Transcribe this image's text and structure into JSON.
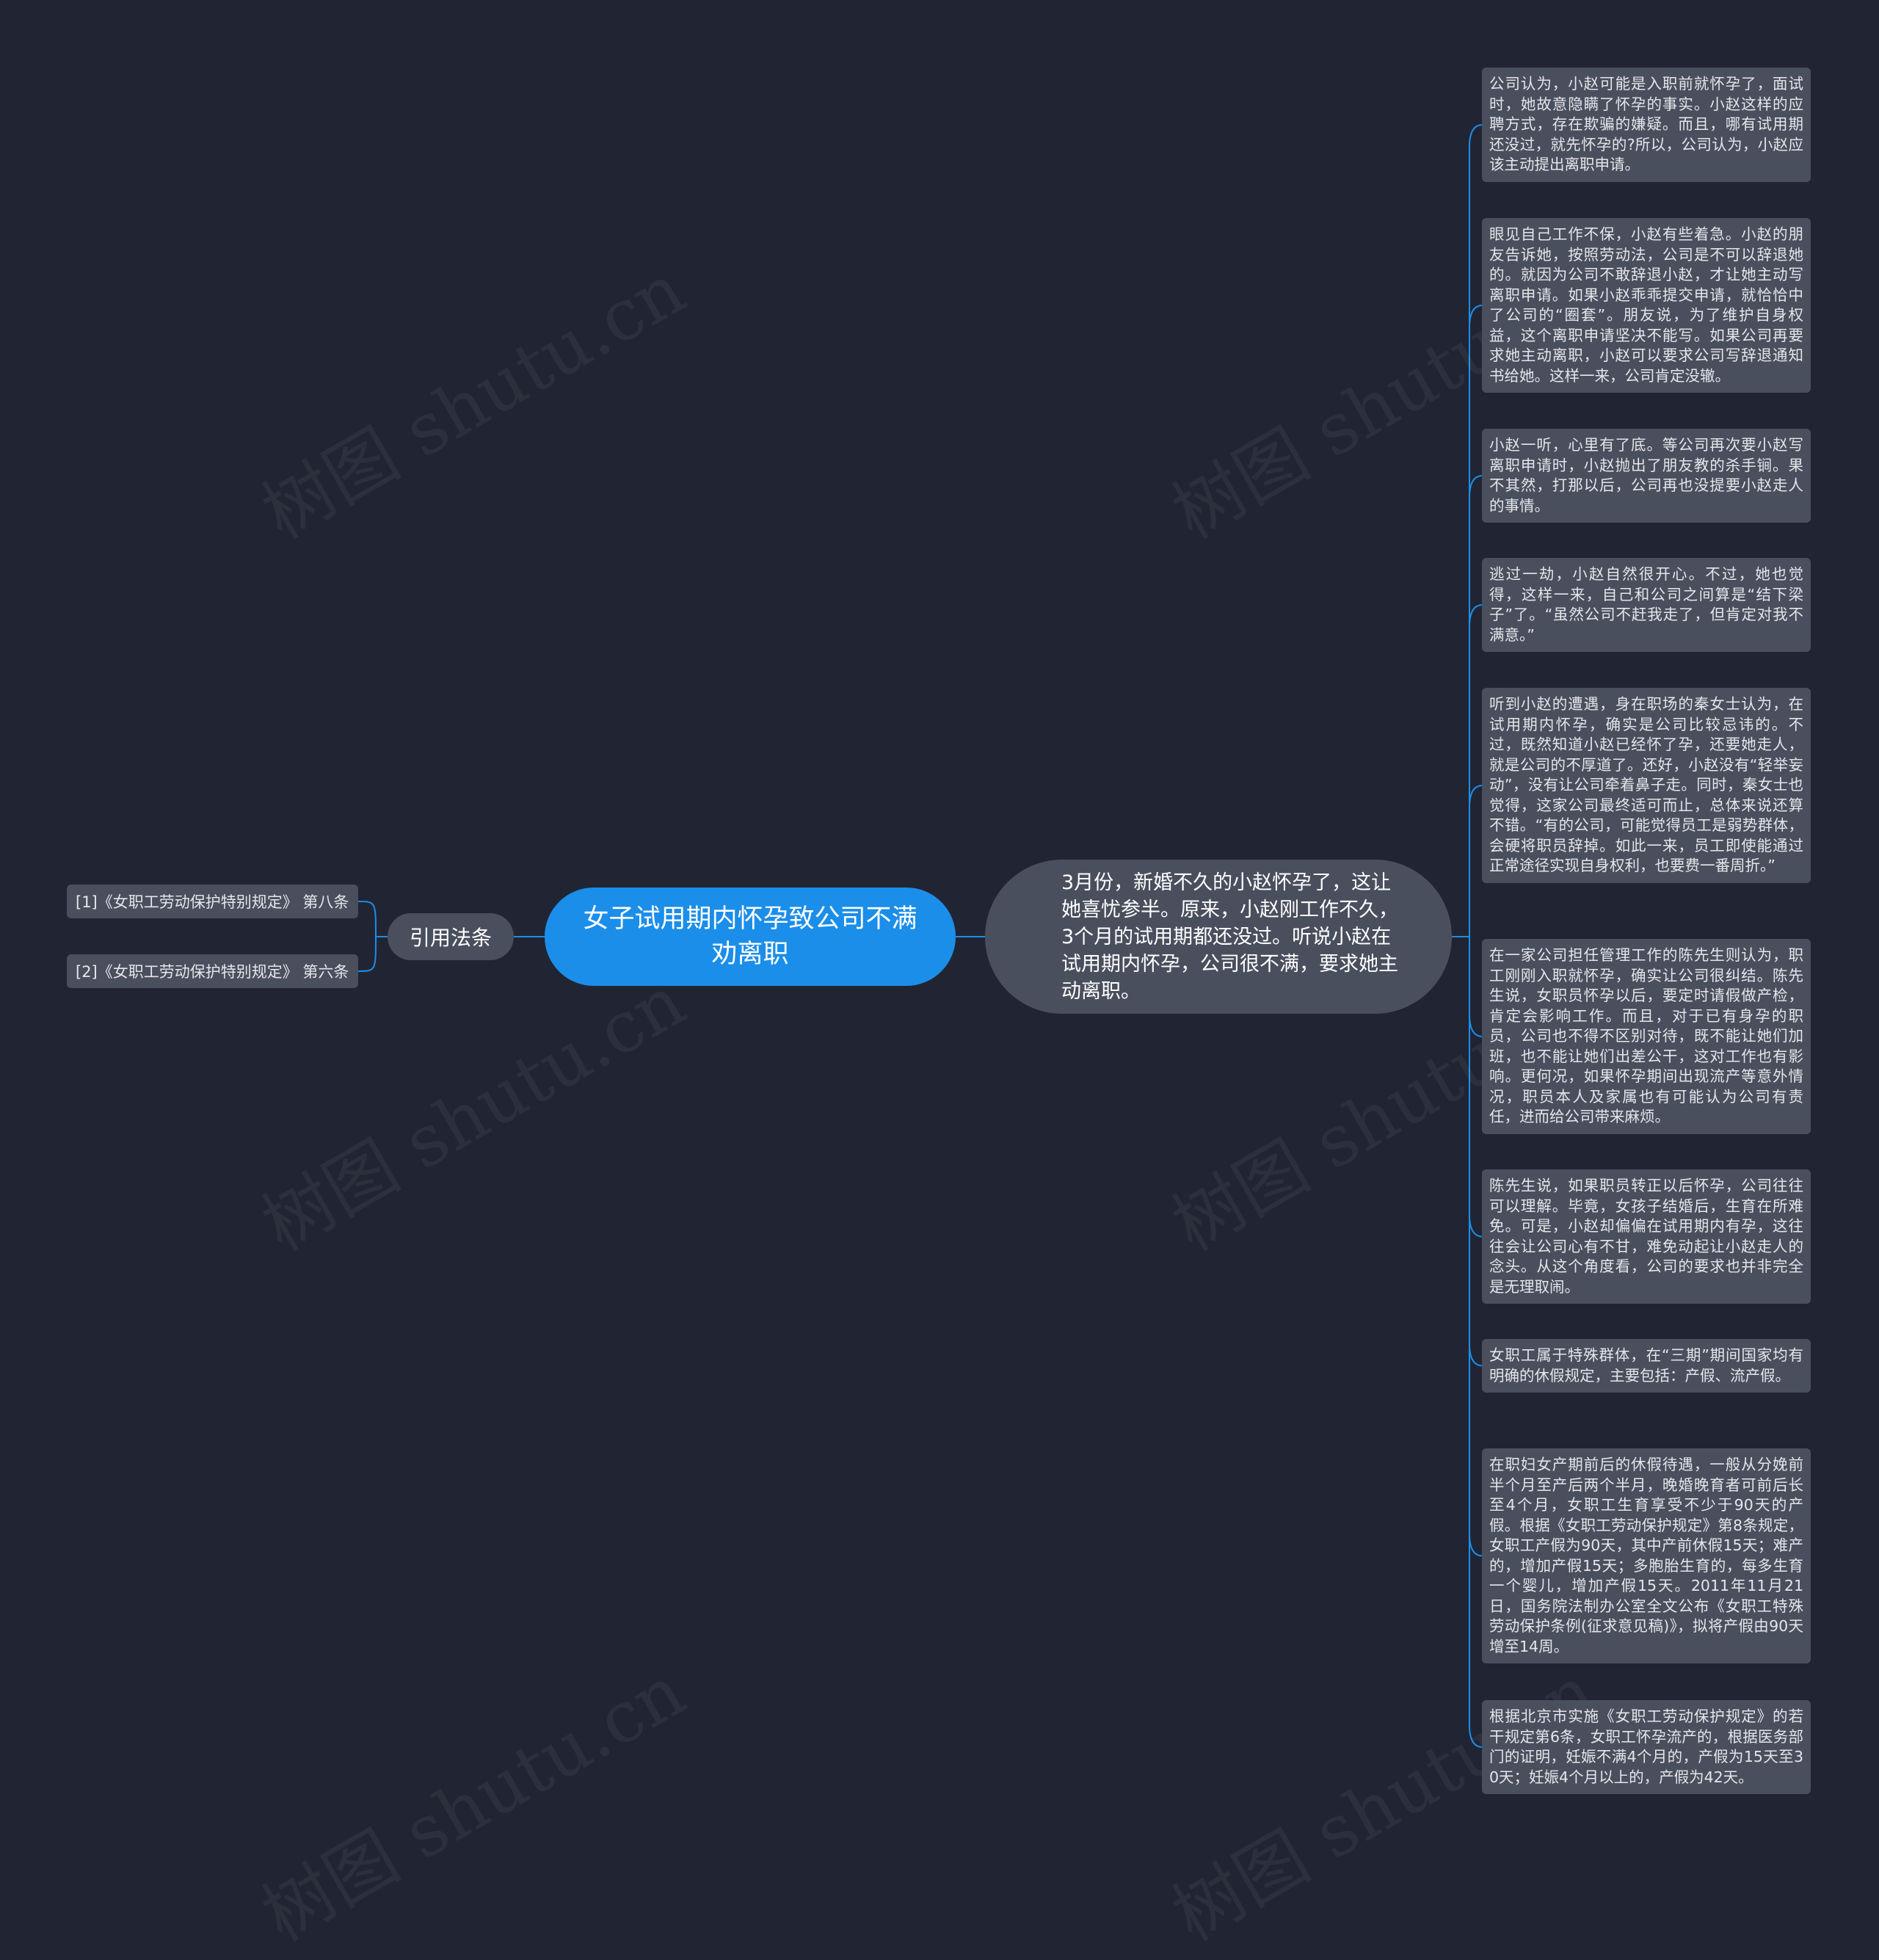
{
  "diagram": {
    "watermark": "树图 shutu.cn",
    "root": {
      "label": "女子试用期内怀孕致公司不满劝离职"
    },
    "left_branch": {
      "label": "引用法条",
      "items": [
        "[1]《女职工劳动保护特别规定》 第八条",
        "[2]《女职工劳动保护特别规定》 第六条"
      ]
    },
    "right_branch": {
      "label": "3月份，新婚不久的小赵怀孕了，这让她喜忧参半。原来，小赵刚工作不久，3个月的试用期都还没过。听说小赵在试用期内怀孕，公司很不满，要求她主动离职。",
      "notes": [
        "公司认为，小赵可能是入职前就怀孕了，面试时，她故意隐瞒了怀孕的事实。小赵这样的应聘方式，存在欺骗的嫌疑。而且，哪有试用期还没过，就先怀孕的?所以，公司认为，小赵应该主动提出离职申请。",
        "眼见自己工作不保，小赵有些着急。小赵的朋友告诉她，按照劳动法，公司是不可以辞退她的。就因为公司不敢辞退小赵，才让她主动写离职申请。如果小赵乖乖提交申请，就恰恰中了公司的“圈套”。朋友说，为了维护自身权益，这个离职申请坚决不能写。如果公司再要求她主动离职，小赵可以要求公司写辞退通知书给她。这样一来，公司肯定没辙。",
        "小赵一听，心里有了底。等公司再次要小赵写离职申请时，小赵抛出了朋友教的杀手锏。果不其然，打那以后，公司再也没提要小赵走人的事情。",
        "逃过一劫，小赵自然很开心。不过，她也觉得，这样一来，自己和公司之间算是“结下梁子”了。“虽然公司不赶我走了，但肯定对我不满意。”",
        "听到小赵的遭遇，身在职场的秦女士认为，在试用期内怀孕，确实是公司比较忌讳的。不过，既然知道小赵已经怀了孕，还要她走人，就是公司的不厚道了。还好，小赵没有“轻举妄动”，没有让公司牵着鼻子走。同时，秦女士也觉得，这家公司最终适可而止，总体来说还算不错。“有的公司，可能觉得员工是弱势群体，会硬将职员辞掉。如此一来，员工即使能通过正常途径实现自身权利，也要费一番周折。”",
        "在一家公司担任管理工作的陈先生则认为，职工刚刚入职就怀孕，确实让公司很纠结。陈先生说，女职员怀孕以后，要定时请假做产检，肯定会影响工作。而且，对于已有身孕的职员，公司也不得不区别对待，既不能让她们加班，也不能让她们出差公干，这对工作也有影响。更何况，如果怀孕期间出现流产等意外情况，职员本人及家属也有可能认为公司有责任，进而给公司带来麻烦。",
        "陈先生说，如果职员转正以后怀孕，公司往往可以理解。毕竟，女孩子结婚后，生育在所难免。可是，小赵却偏偏在试用期内有孕，这往往会让公司心有不甘，难免动起让小赵走人的念头。从这个角度看，公司的要求也并非完全是无理取闹。",
        "女职工属于特殊群体，在“三期”期间国家均有明确的休假规定，主要包括：产假、流产假。",
        "在职妇女产期前后的休假待遇，一般从分娩前半个月至产后两个半月，晚婚晚育者可前后长至4个月，女职工生育享受不少于90天的产假。根据《女职工劳动保护规定》第8条规定，女职工产假为90天，其中产前休假15天；难产的，增加产假15天；多胞胎生育的，每多生育一个婴儿，增加产假15天。2011年11月21日，国务院法制办公室全文公布《女职工特殊劳动保护条例(征求意见稿)》，拟将产假由90天增至14周。",
        "根据北京市实施《女职工劳动保护规定》的若干规定第6条，女职工怀孕流产的，根据医务部门的证明，妊娠不满4个月的，产假为15天至30天；妊娠4个月以上的，产假为42天。"
      ]
    },
    "colors": {
      "background": "#212533",
      "root": "#1b8ee9",
      "node": "#4a4f5e",
      "connector": "#1b8ee9"
    }
  }
}
